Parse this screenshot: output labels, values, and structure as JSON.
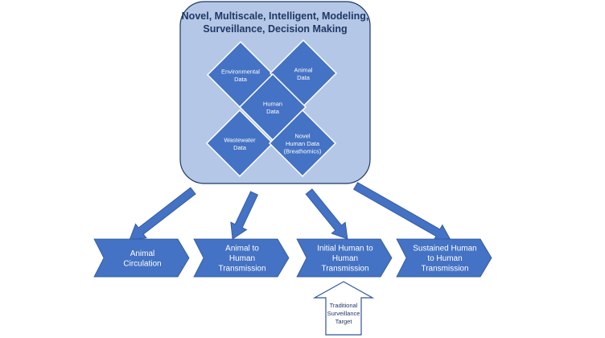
{
  "title": {
    "line1": "Novel, Multiscale, Intelligent, Modeling,",
    "line2": "Surveillance, Decision Making"
  },
  "data_sources": [
    {
      "lines": [
        "Environmental",
        "Data"
      ]
    },
    {
      "lines": [
        "Animal",
        "Data"
      ]
    },
    {
      "lines": [
        "Human",
        "Data"
      ]
    },
    {
      "lines": [
        "Wastewater",
        "Data"
      ]
    },
    {
      "lines": [
        "Novel",
        "Human Data",
        "(Breathomics)"
      ]
    }
  ],
  "stages": [
    {
      "lines": [
        "Animal",
        "Circulation"
      ]
    },
    {
      "lines": [
        "Animal to",
        "Human",
        "Transmission"
      ]
    },
    {
      "lines": [
        "Initial Human to",
        "Human",
        "Transmission"
      ]
    },
    {
      "lines": [
        "Sustained Human",
        "to Human",
        "Transmission"
      ]
    }
  ],
  "surveillance_target": {
    "lines": [
      "Traditional",
      "Surveillance",
      "Target"
    ]
  },
  "colors": {
    "box_fill": "#b4c7e7",
    "box_stroke": "#1f3864",
    "shape_fill": "#4472c4",
    "shape_stroke": "#ffffff",
    "title_text": "#1f3864"
  }
}
